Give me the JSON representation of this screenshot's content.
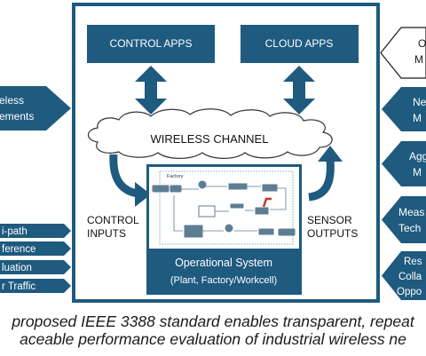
{
  "colors": {
    "blue": "#1f5a7f",
    "blue_dark": "#163f5c",
    "white": "#ffffff",
    "border": "#1f5a7f"
  },
  "diagram": {
    "control_apps": "CONTROL APPS",
    "cloud_apps": "CLOUD APPS",
    "wireless_channel": "WIRELESS CHANNEL",
    "control_inputs": [
      "CONTROL",
      "INPUTS"
    ],
    "sensor_outputs": [
      "SENSOR",
      "OUTPUTS"
    ],
    "operational_system": [
      "Operational System",
      "(Plant, Factory/Workcell)"
    ],
    "factory_label": "Factory",
    "left_pentagon": [
      "eless",
      "ements"
    ],
    "left_items": [
      "i-path",
      "ference",
      "luation",
      "r Traffic"
    ],
    "right_top_item": [
      "Ope",
      "M"
    ],
    "right_items": [
      [
        "Ne",
        "M"
      ],
      [
        "Agg",
        "M"
      ],
      [
        "Meas",
        "Tech"
      ],
      [
        "Res",
        "Colla",
        "Oppo"
      ]
    ]
  },
  "caption": {
    "line1": "proposed IEEE 3388 standard enables transparent, repeat",
    "line2": "aceable performance evaluation of industrial wireless ne"
  }
}
